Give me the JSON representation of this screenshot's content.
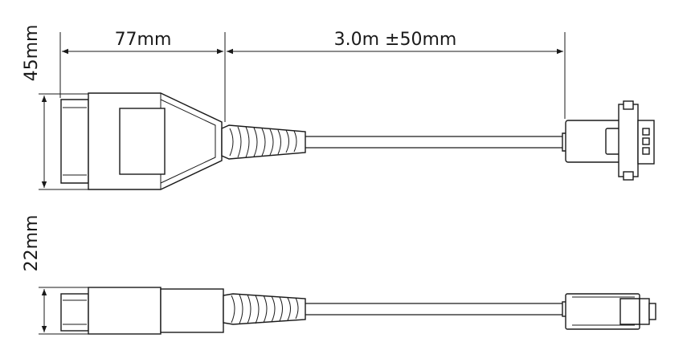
{
  "dimensions": {
    "connector_length": "77mm",
    "cable_length": "3.0m ±50mm",
    "top_height": "45mm",
    "side_height": "22mm"
  },
  "views": [
    "top-view",
    "side-view"
  ]
}
